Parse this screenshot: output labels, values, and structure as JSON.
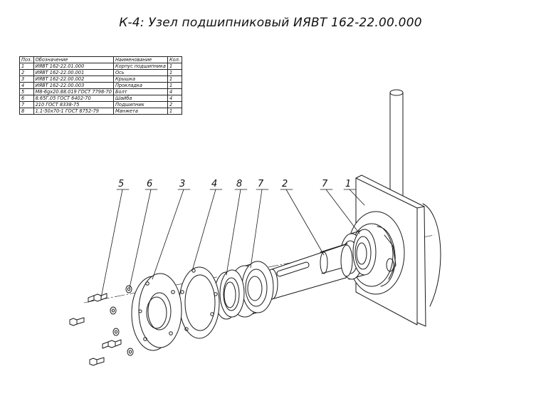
{
  "title": "К-4: Узел подшипниковый ИЯВТ 162-22.00.000",
  "spec_table": {
    "headers": [
      "Поз.",
      "Обозначение",
      "Наименование",
      "Кол."
    ],
    "rows": [
      [
        "1",
        "ИЯВТ 162-22.01.000",
        "Корпус подшипника",
        "1"
      ],
      [
        "2",
        "ИЯВТ 162-22.00.001",
        "Ось",
        "1"
      ],
      [
        "3",
        "ИЯВТ 162-22.00.002",
        "Крышка",
        "1"
      ],
      [
        "4",
        "ИЯВТ 162-22.00.003",
        "Прокладка",
        "1"
      ],
      [
        "5",
        "М8-6gх20.88.019 ГОСТ 7798-70",
        "Болт",
        "4"
      ],
      [
        "6",
        "8.65Г.05 ГОСТ 6402-70",
        "Шайба",
        "4"
      ],
      [
        "7",
        "210 ГОСТ 8338-75",
        "Подшипник",
        "2"
      ],
      [
        "8",
        "1.1-50х70-1 ГОСТ 8752-79",
        "Манжета",
        "1"
      ]
    ]
  },
  "callouts": [
    "5",
    "6",
    "3",
    "4",
    "8",
    "7",
    "2",
    "7",
    "1"
  ]
}
